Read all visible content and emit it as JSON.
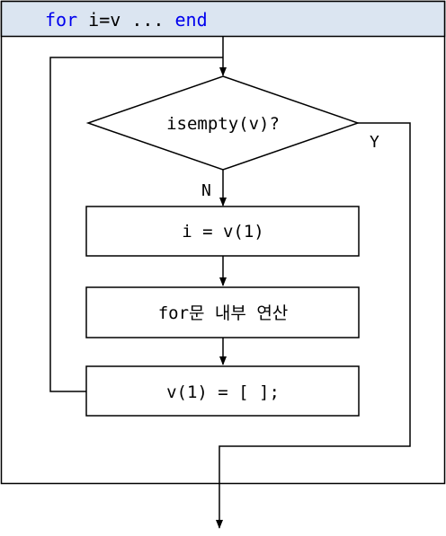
{
  "header": {
    "keyword_for": "for",
    "expression": " i=v ... ",
    "keyword_end": "end",
    "keyword_color": "#0000ee",
    "background_color": "#dbe5f1"
  },
  "flow": {
    "decision_label": "isempty(v)?",
    "yes_label": "Y",
    "no_label": "N",
    "assign_label": "i = v(1)",
    "body_label": "for문 내부 연산",
    "remove_label": "v(1) = [ ];"
  }
}
